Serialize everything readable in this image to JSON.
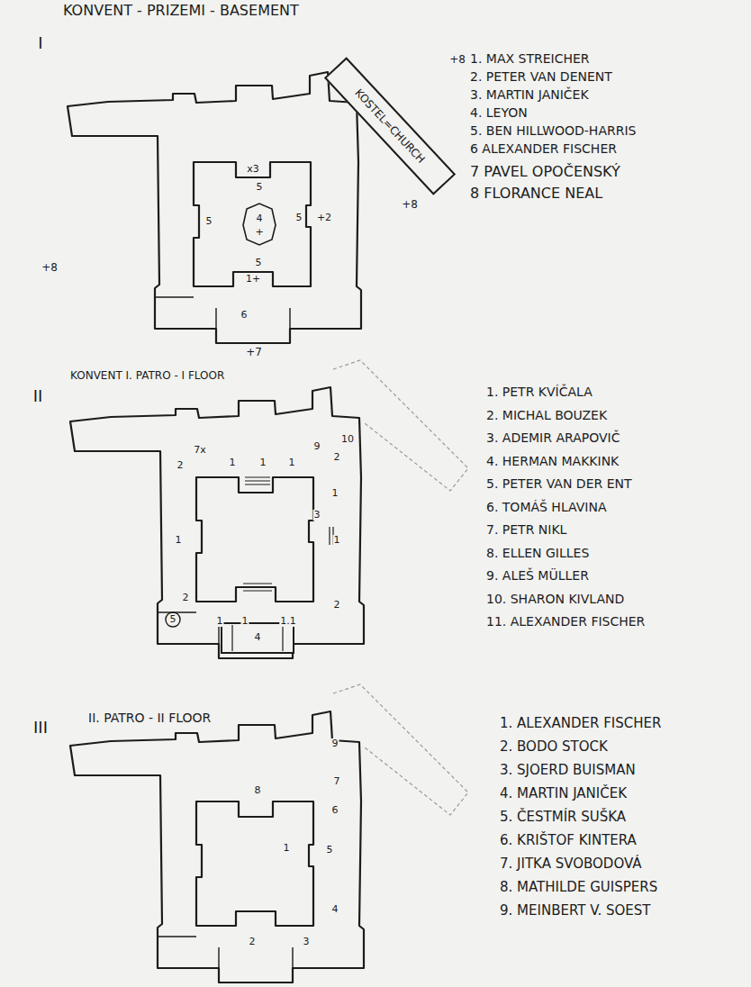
{
  "diagram": {
    "title": "KONVENT - PRIZEMI - BASEMENT",
    "nodes": [
      {
        "text": [
          "KOSTEL=CHURCH"
        ]
      }
    ],
    "labels": [
      "I",
      "+8",
      "1. MAX STREICHER",
      "2. PETER VAN DENENT",
      "3. MARTIN JANIČEK",
      "4. LEYON",
      "5. BEN HILLWOOD-HARRIS",
      "6 ALEXANDER FISCHER",
      "7 PAVEL OPOČENSKÝ",
      "8 FLORANCE NEAL",
      "+8",
      "+8",
      "x3",
      "5",
      "5",
      "4",
      "+",
      "5",
      "+2",
      "5",
      "1+",
      "6",
      "+7",
      "II",
      "KONVENT I. PATRO - I FLOOR",
      "1. PETR KVÍČALA",
      "2. MICHAL BOUZEK",
      "3. ADEMIR ARAPOVIČ",
      "4. HERMAN MAKKINK",
      "5. PETER VAN DER ENT",
      "6. TOMÁŠ HLAVINA",
      "7. PETR NIKL",
      "8. ELLEN GILLES",
      "9. ALEŠ MÜLLER",
      "10. SHARON KIVLAND",
      "11. ALEXANDER FISCHER",
      "2",
      "7x",
      "1",
      "1",
      "1",
      "9",
      "2",
      "10",
      "1",
      "3",
      "1",
      "1",
      "2",
      "5",
      "1",
      "1",
      "1.1",
      "2",
      "4",
      "III",
      "II. PATRO - II FLOOR",
      "1. ALEXANDER FISCHER",
      "2. BODO STOCK",
      "3. SJOERD BUISMAN",
      "4. MARTIN JANIČEK",
      "5. ČESTMÍR SUŠKA",
      "6. KRIŠTOF KINTERA",
      "7. JITKA SVOBODOVÁ",
      "8. MATHILDE GUISPERS",
      "9. MEINBERT V. SOEST",
      "9",
      "7",
      "8",
      "6",
      "1",
      "5",
      "4",
      "2",
      "3"
    ]
  }
}
